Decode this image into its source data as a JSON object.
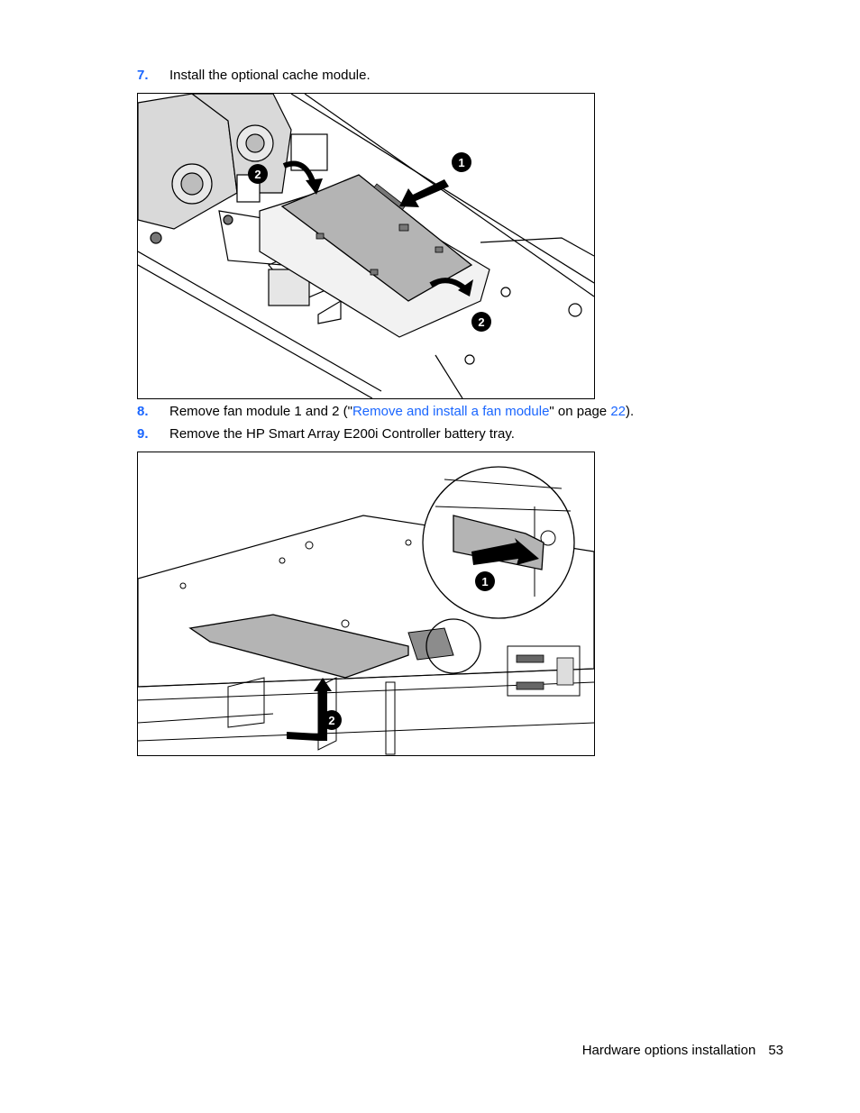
{
  "steps": [
    {
      "number": "7.",
      "text": "Install the optional cache module."
    },
    {
      "number": "8.",
      "text_before": "Remove fan module 1 and 2 (\"",
      "link_text": "Remove and install a fan module",
      "text_middle": "\" on page ",
      "page_link": "22",
      "text_after": ")."
    },
    {
      "number": "9.",
      "text": "Remove the HP Smart Array E200i Controller battery tray."
    }
  ],
  "figure1": {
    "callouts": [
      "1",
      "2",
      "2"
    ]
  },
  "figure2": {
    "callouts": [
      "1",
      "2"
    ]
  },
  "footer": {
    "section": "Hardware options installation",
    "page": "53"
  },
  "colors": {
    "link": "#1a66ff",
    "board": "#b4b4b4",
    "callout": "#000000"
  }
}
